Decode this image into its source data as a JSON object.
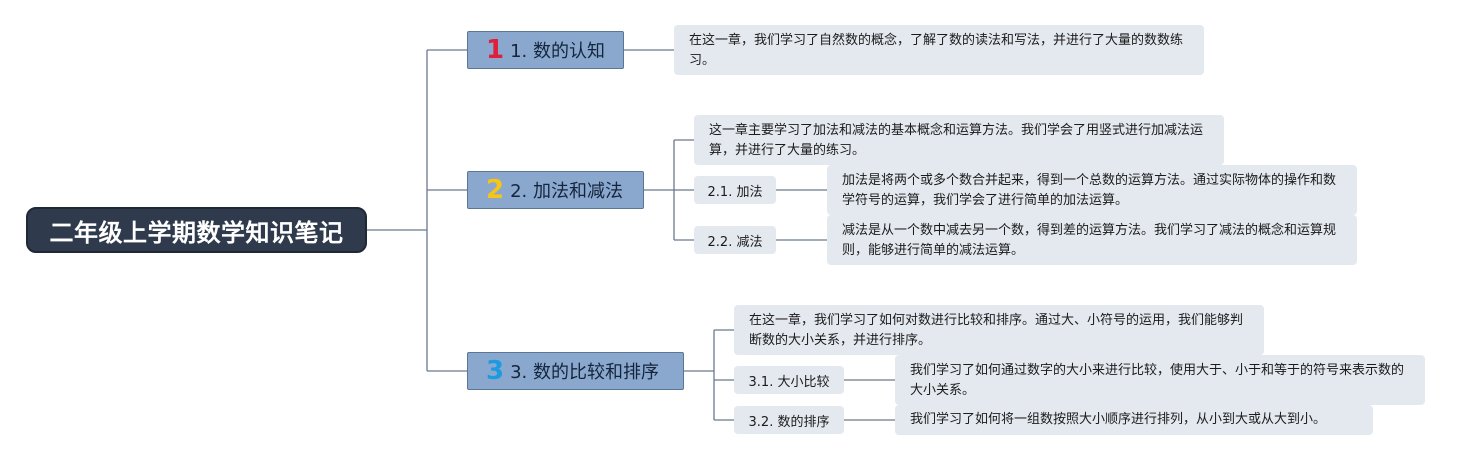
{
  "root": {
    "title": "二年级上学期数学知识笔记"
  },
  "chapters": [
    {
      "badge": "1",
      "badge_color": "#e01f3d",
      "title": "1. 数的认知",
      "summary": "在这一章，我们学习了自然数的概念，了解了数的读法和写法，并进行了大量的数数练习。"
    },
    {
      "badge": "2",
      "badge_color": "#f5c518",
      "title": "2. 加法和减法",
      "summary": "这一章主要学习了加法和减法的基本概念和运算方法。我们学会了用竖式进行加减法运算，并进行了大量的练习。",
      "sections": [
        {
          "title": "2.1. 加法",
          "note": "加法是将两个或多个数合并起来，得到一个总数的运算方法。通过实际物体的操作和数学符号的运算，我们学会了进行简单的加法运算。"
        },
        {
          "title": "2.2. 减法",
          "note": "减法是从一个数中减去另一个数，得到差的运算方法。我们学习了减法的概念和运算规则，能够进行简单的减法运算。"
        }
      ]
    },
    {
      "badge": "3",
      "badge_color": "#1e9be0",
      "title": "3. 数的比较和排序",
      "summary": "在这一章，我们学习了如何对数进行比较和排序。通过大、小符号的运用，我们能够判断数的大小关系，并进行排序。",
      "sections": [
        {
          "title": "3.1. 大小比较",
          "note": "我们学习了如何通过数字的大小来进行比较，使用大于、小于和等于的符号来表示数的大小关系。"
        },
        {
          "title": "3.2. 数的排序",
          "note": "我们学习了如何将一组数按照大小顺序进行排列，从小到大或从大到小。"
        }
      ]
    }
  ]
}
